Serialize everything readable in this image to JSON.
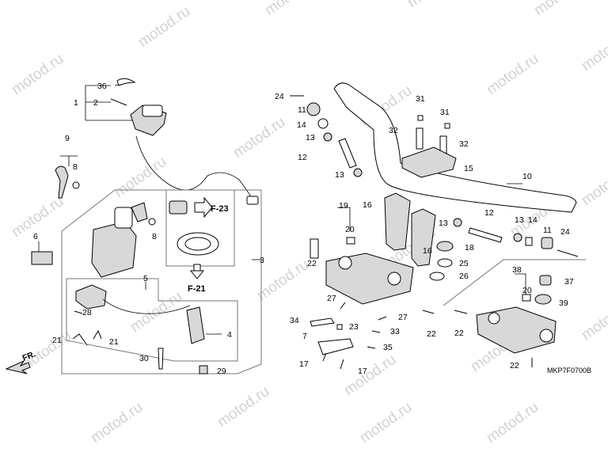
{
  "watermark": "motod.ru",
  "diagram_code": "MKP7F0700B",
  "front_marker": "FR.",
  "refs": {
    "f23": "F-23",
    "f21": "F-21"
  },
  "callouts": [
    {
      "id": "c36",
      "text": "36"
    },
    {
      "id": "c1",
      "text": "1"
    },
    {
      "id": "c2",
      "text": "2"
    },
    {
      "id": "c9",
      "text": "9"
    },
    {
      "id": "c8a",
      "text": "8"
    },
    {
      "id": "c6",
      "text": "6"
    },
    {
      "id": "c8b",
      "text": "8"
    },
    {
      "id": "c3",
      "text": "3"
    },
    {
      "id": "c5",
      "text": "5"
    },
    {
      "id": "c28",
      "text": "28"
    },
    {
      "id": "c21a",
      "text": "21"
    },
    {
      "id": "c21b",
      "text": "21"
    },
    {
      "id": "c4",
      "text": "4"
    },
    {
      "id": "c30",
      "text": "30"
    },
    {
      "id": "c29",
      "text": "29"
    },
    {
      "id": "c24a",
      "text": "24"
    },
    {
      "id": "c11a",
      "text": "11"
    },
    {
      "id": "c14a",
      "text": "14"
    },
    {
      "id": "c13a",
      "text": "13"
    },
    {
      "id": "c12a",
      "text": "12"
    },
    {
      "id": "c13b",
      "text": "13"
    },
    {
      "id": "c31a",
      "text": "31"
    },
    {
      "id": "c31b",
      "text": "31"
    },
    {
      "id": "c32a",
      "text": "32"
    },
    {
      "id": "c32b",
      "text": "32"
    },
    {
      "id": "c15",
      "text": "15"
    },
    {
      "id": "c10",
      "text": "10"
    },
    {
      "id": "c16a",
      "text": "16"
    },
    {
      "id": "c19",
      "text": "19"
    },
    {
      "id": "c20a",
      "text": "20"
    },
    {
      "id": "c22a",
      "text": "22"
    },
    {
      "id": "c13c",
      "text": "13"
    },
    {
      "id": "c12b",
      "text": "12"
    },
    {
      "id": "c13d",
      "text": "13"
    },
    {
      "id": "c14b",
      "text": "14"
    },
    {
      "id": "c11b",
      "text": "11"
    },
    {
      "id": "c24b",
      "text": "24"
    },
    {
      "id": "c18",
      "text": "18"
    },
    {
      "id": "c16b",
      "text": "16"
    },
    {
      "id": "c25",
      "text": "25"
    },
    {
      "id": "c26",
      "text": "26"
    },
    {
      "id": "c27a",
      "text": "27"
    },
    {
      "id": "c27b",
      "text": "27"
    },
    {
      "id": "c34",
      "text": "34"
    },
    {
      "id": "c23",
      "text": "23"
    },
    {
      "id": "c33",
      "text": "33"
    },
    {
      "id": "c7",
      "text": "7"
    },
    {
      "id": "c35",
      "text": "35"
    },
    {
      "id": "c17a",
      "text": "17"
    },
    {
      "id": "c17b",
      "text": "17"
    },
    {
      "id": "c22b",
      "text": "22"
    },
    {
      "id": "c38",
      "text": "38"
    },
    {
      "id": "c37",
      "text": "37"
    },
    {
      "id": "c20b",
      "text": "20"
    },
    {
      "id": "c39",
      "text": "39"
    },
    {
      "id": "c22c",
      "text": "22"
    },
    {
      "id": "c22d",
      "text": "22"
    }
  ]
}
